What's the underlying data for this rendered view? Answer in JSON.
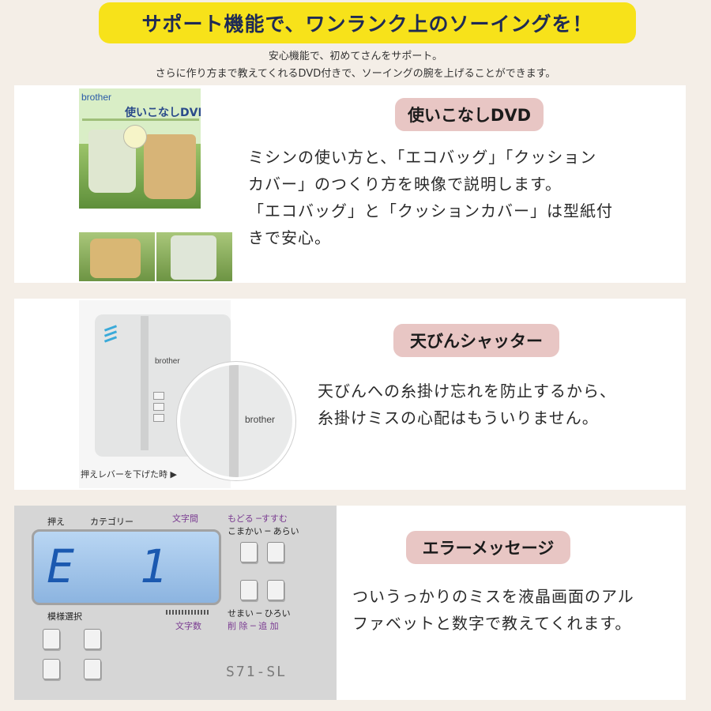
{
  "header": {
    "banner": "サポート機能で、ワンランク上のソーイングを！",
    "intro_line1": "安心機能で、初めてさんをサポート。",
    "intro_line2": "さらに作り方まで教えてくれるDVD付きで、ソーイングの腕を上げることができます。"
  },
  "features": [
    {
      "title": "使いこなしDVD",
      "lines": [
        "ミシンの使い方と、「エコバッグ」「クッション",
        "カバー」のつくり方を映像で説明します。",
        "「エコバッグ」と「クッションカバー」は型紙付",
        "きで安心。"
      ],
      "image": {
        "brand": "brother",
        "title": "使いこなしDVD"
      }
    },
    {
      "title": "天びんシャッター",
      "lines": [
        "天びんへの糸掛け忘れを防止するから、",
        "糸掛けミスの心配はもういりません。"
      ],
      "image": {
        "brand": "brother",
        "caption": "押えレバーを下げた時 ▶"
      }
    },
    {
      "title": "エラーメッセージ",
      "lines": [
        "ついうっかりのミスを液晶画面のアル",
        "ファベットと数字で教えてくれます。"
      ],
      "image": {
        "labels": {
          "osae": "押え",
          "category": "カテゴリー",
          "moji": "文字間",
          "modoru": "もどる ─すすむ",
          "komakai": "こまかい ─ あらい",
          "moyou": "模様選択",
          "mojisu": "文字数",
          "semai": "せまい ─ ひろい",
          "sakujo": "削 除 ─ 追 加"
        },
        "lcd": "E 1",
        "model": "S71-SL"
      }
    }
  ],
  "colors": {
    "background": "#f4eee7",
    "banner": "#f7e21a",
    "banner_text": "#1e2a55",
    "pill": "#e8c6c4",
    "lcd_text": "#1b59b0"
  }
}
